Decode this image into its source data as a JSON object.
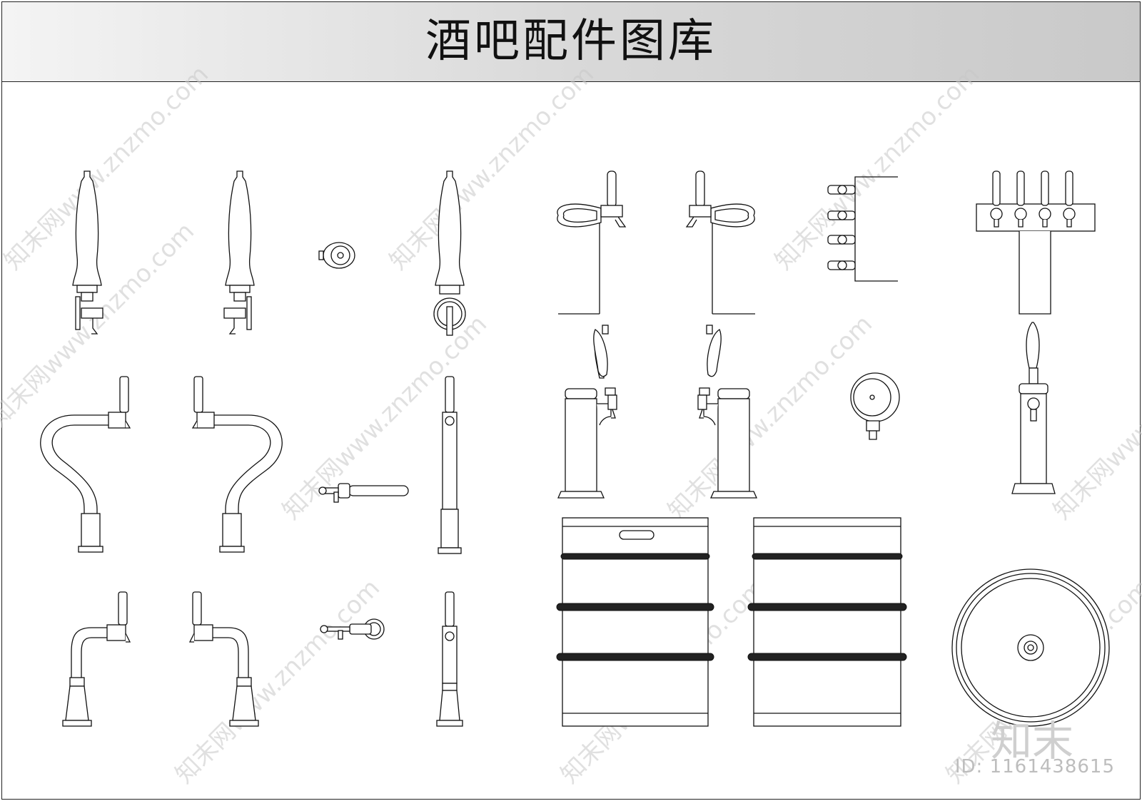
{
  "header": {
    "title": "酒吧配件图库"
  },
  "watermark": {
    "text": "知末网www.znzmo.com",
    "brand": "知末",
    "id_label": "ID: 1161438615"
  },
  "colors": {
    "line": "#111111",
    "header_light": "#f4f4f4",
    "header_dark": "#c9c9c9",
    "watermark": "#c8c8c8"
  }
}
